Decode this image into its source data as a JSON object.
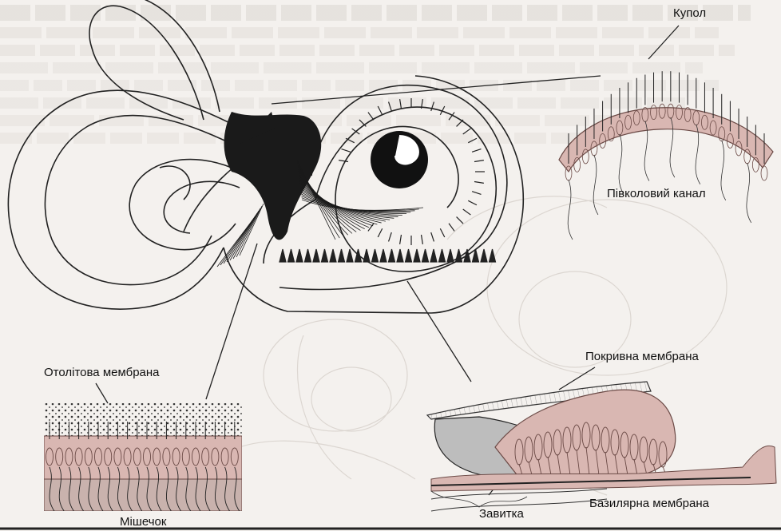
{
  "labels": {
    "cupula": "Купол",
    "semicircular_canal": "Півколовий канал",
    "otolith_membrane": "Отолітова мембрана",
    "saccule": "Мішечок",
    "tectorial_membrane": "Покривна мембрана",
    "cochlea": "Завитка",
    "basilar_membrane": "Базилярна мембрана"
  },
  "colors": {
    "cell_fill": "#d9b7b2",
    "cell_stroke": "#6b4a46",
    "line": "#222222",
    "nerve": "#1a1a1a",
    "background": "#f4f1ee"
  }
}
